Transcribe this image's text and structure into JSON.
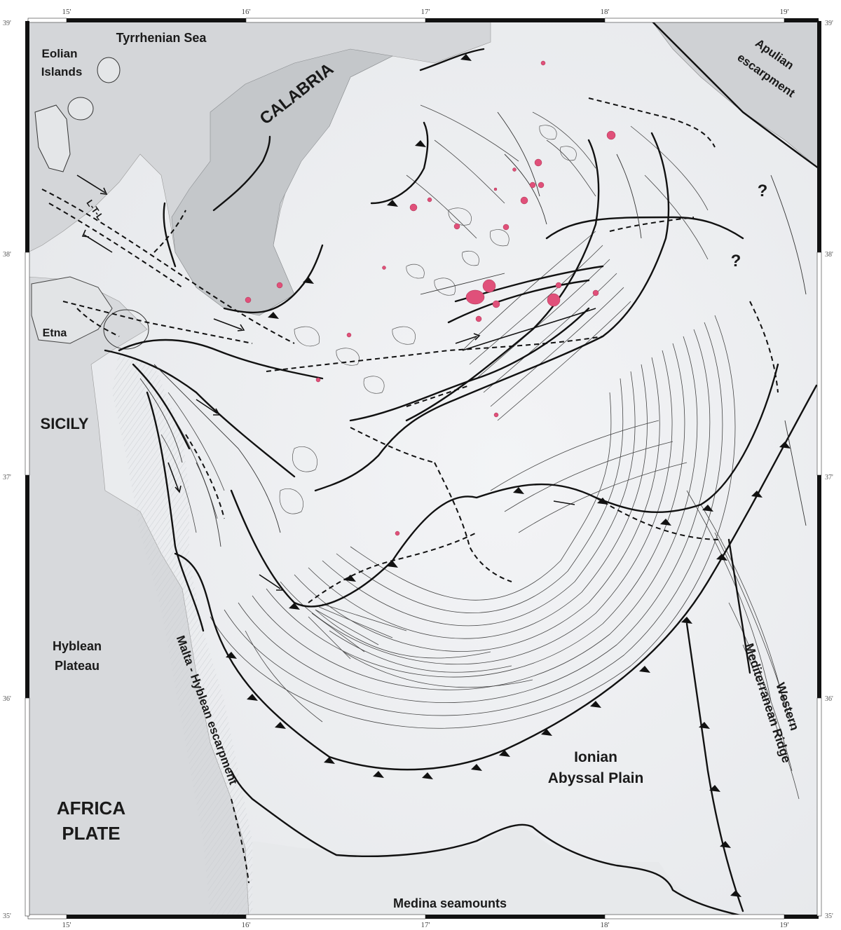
{
  "map": {
    "labels": {
      "tyrrhenian_sea": "Tyrrhenian Sea",
      "eolian_islands_1": "Eolian",
      "eolian_islands_2": "Islands",
      "calabria": "CALABRIA",
      "apulian_1": "Apulian",
      "apulian_2": "escarpment",
      "ltl": "L-T-L",
      "etna": "Etna",
      "sicily": "SICILY",
      "hyblean_1": "Hyblean",
      "hyblean_2": "Plateau",
      "malta_hyblean": "Malta - Hyblean escarpment",
      "africa_1": "AFRICA",
      "africa_2": "PLATE",
      "ionian_1": "Ionian",
      "ionian_2": "Abyssal Plain",
      "western_1": "Western",
      "western_2": "Mediterranean Ridge",
      "medina": "Medina seamounts",
      "question_1": "?",
      "question_2": "?"
    },
    "lon_ticks": [
      "15'",
      "16'",
      "17'",
      "18'",
      "19'"
    ],
    "lat_ticks": [
      "39'",
      "38'",
      "37'",
      "36'",
      "35'"
    ],
    "colors": {
      "land": "#d2d4d6",
      "land_dark": "#c3c5c8",
      "sea": "#eef0f2",
      "mud_volcano": "#e0507a",
      "fault": "#111111"
    }
  }
}
